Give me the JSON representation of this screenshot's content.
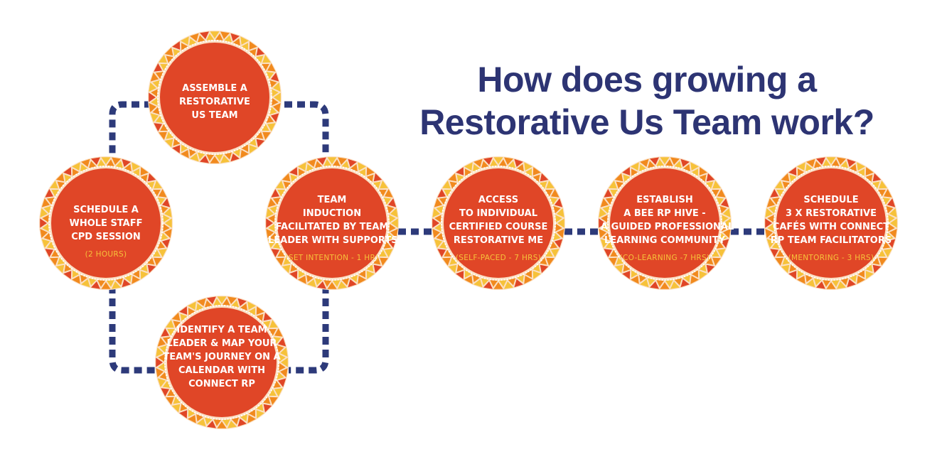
{
  "title": {
    "line1": "How does growing a",
    "line2": "Restorative Us Team work?"
  },
  "colors": {
    "disc": "#e04627",
    "ring_orange": "#f18a1e",
    "ring_yellow": "#f6c23a",
    "ring_red": "#e04627",
    "connector": "#2d3a7a",
    "title": "#2d3473",
    "sub_text": "#f6c23a"
  },
  "nodes": {
    "assemble": {
      "lines": [
        "ASSEMBLE A",
        "RESTORATIVE",
        "US TEAM"
      ],
      "sub": ""
    },
    "schedule_cpd": {
      "lines": [
        "SCHEDULE A",
        "WHOLE STAFF",
        "CPD SESSION"
      ],
      "sub": "(2 HOURS)"
    },
    "identify": {
      "lines": [
        "IDENTIFY A TEAM",
        "LEADER &  MAP YOUR",
        "TEAM'S JOURNEY ON A",
        "CALENDAR WITH",
        "CONNECT RP"
      ],
      "sub": ""
    },
    "induction": {
      "lines": [
        "TEAM",
        "INDUCTION",
        "FACILITATED BY TEAM",
        "LEADER WITH SUPPORTS"
      ],
      "sub": "(SET INTENTION - 1 HR)"
    },
    "access": {
      "lines": [
        "ACCESS",
        "TO INDIVIDUAL",
        "CERTIFIED COURSE",
        "RESTORATIVE ME"
      ],
      "sub": "(SELF-PACED - 7 HRS)"
    },
    "establish": {
      "lines": [
        "ESTABLISH",
        "A BEE RP HIVE -",
        "A GUIDED PROFESSIONAL",
        "LEARNING COMMUNITY"
      ],
      "sub": "(CO-LEARNING -7 HRS)"
    },
    "cafes": {
      "lines": [
        "SCHEDULE",
        "3 X RESTORATIVE",
        "CAFÉS WITH CONNECT",
        "RP TEAM FACILITATORS"
      ],
      "sub": "(MENTORING - 3 HRS)"
    }
  }
}
